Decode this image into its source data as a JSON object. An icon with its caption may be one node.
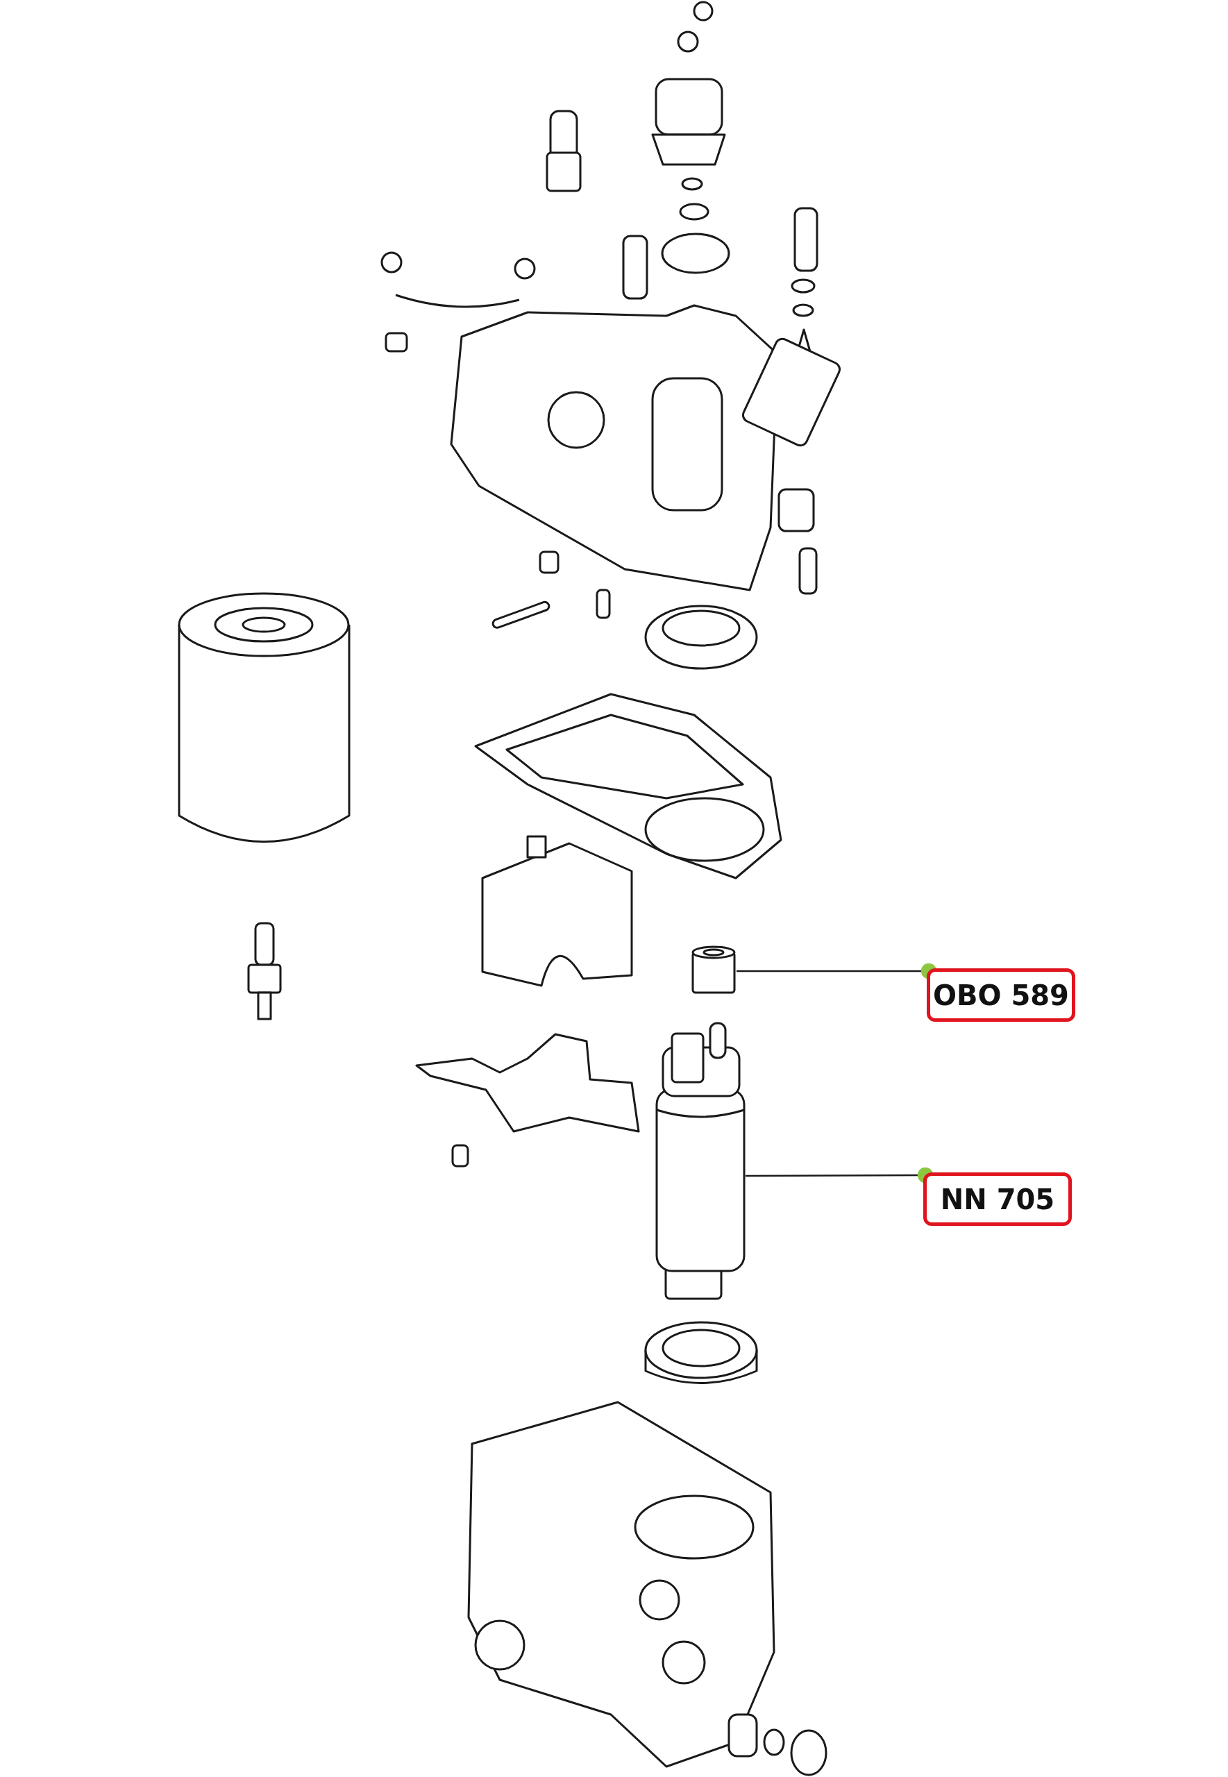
{
  "diagram": {
    "nodes": [
      {
        "text": [
          "OBO 589"
        ]
      },
      {
        "text": [],
        "shape": "cylinder"
      },
      {
        "text": [
          "NN 705"
        ]
      },
      {
        "text": [],
        "shape": "picture"
      }
    ],
    "edges": [
      {
        "from": 0,
        "to": 1,
        "arrow": "other"
      },
      {
        "from": 2,
        "to": 3,
        "arrow": "other"
      }
    ]
  }
}
